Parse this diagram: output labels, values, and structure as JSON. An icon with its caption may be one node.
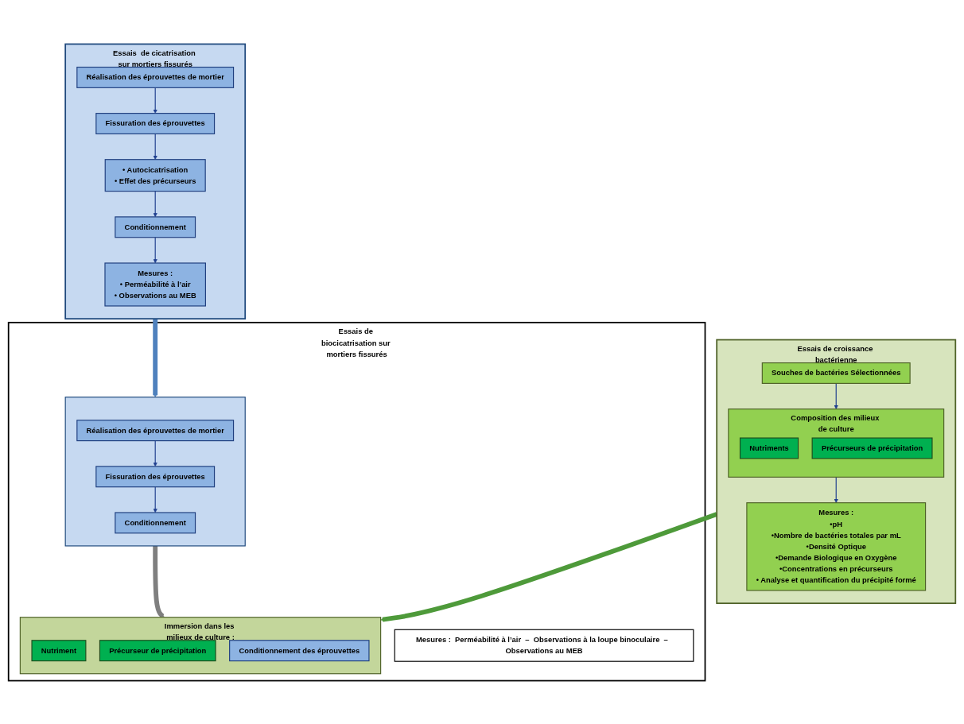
{
  "diagram": {
    "nodes": [
      {
        "text": [
          "Essais  de cicatrisation sur mortiers fissurés"
        ]
      },
      {
        "text": [
          "Réalisation des éprouvettes de mortier"
        ],
        "in": 0
      },
      {
        "text": [
          "Fissuration des éprouvettes"
        ],
        "in": 0
      },
      {
        "text": [
          "• Autocicatrisation",
          "• Effet des précurseurs"
        ],
        "in": 0
      },
      {
        "text": [
          "Conditionnement"
        ],
        "in": 0
      },
      {
        "text": [
          "Mesures :",
          "• Perméabilité à l’air",
          "• Observations  au MEB"
        ],
        "in": 0
      },
      {
        "text": [
          "Essais de croissance bactérienne"
        ]
      },
      {
        "text": [
          "Souches de bactéries Sélectionnées"
        ],
        "in": 6
      },
      {
        "text": [
          "Composition des milieux de culture"
        ],
        "in": 6
      },
      {
        "text": [
          "Nutriments"
        ],
        "in": 8
      },
      {
        "text": [
          "Précurseurs de précipitation"
        ],
        "in": 8
      },
      {
        "text": [
          "Mesures :",
          "•pH",
          "•Nombre de bactéries totales par mL",
          "•Densité Optique",
          "•Demande Biologique en Oxygène",
          "•Concentrations en précurseurs",
          "• Analyse et quantification du précipité formé"
        ],
        "in": 6
      },
      {
        "text": [
          "Essais de biocicatrisation sur mortiers fissurés"
        ]
      },
      {
        "text": [],
        "shape": "box",
        "in": 12
      },
      {
        "text": [
          "Réalisation des éprouvettes de mortier"
        ],
        "in": 13
      },
      {
        "text": [
          "Fissuration des éprouvettes"
        ],
        "in": 13
      },
      {
        "text": [
          "Conditionnement"
        ],
        "in": 13
      },
      {
        "text": [
          "Immersion dans les milieux de culture :"
        ],
        "in": 12
      },
      {
        "text": [
          "Nutriment"
        ],
        "in": 17
      },
      {
        "text": [
          "Précurseur de précipitation"
        ],
        "in": 17
      },
      {
        "text": [
          "Conditionnement des éprouvettes"
        ],
        "in": 17
      },
      {
        "text": [
          "Mesures :  Perméabilité à l’air  –  Observations à la loupe binoculaire  –  Observations au MEB"
        ],
        "in": 12
      }
    ],
    "edges": [
      {
        "from": 1,
        "to": 2,
        "arrow": "to"
      },
      {
        "from": 2,
        "to": 3,
        "arrow": "to"
      },
      {
        "from": 3,
        "to": 4,
        "arrow": "to"
      },
      {
        "from": 4,
        "to": 5,
        "arrow": "to"
      },
      {
        "from": 7,
        "to": 8,
        "arrow": "to"
      },
      {
        "from": 8,
        "to": 11,
        "arrow": "to"
      },
      {
        "from": 14,
        "to": 15,
        "arrow": "to"
      },
      {
        "from": 15,
        "to": 16,
        "arrow": "to"
      },
      {
        "from": 13,
        "to": 17,
        "arrow": "to",
        "style": "thick",
        "color": "#7f7f7f"
      },
      {
        "from": 0,
        "to": 13,
        "arrow": "to",
        "style": "thick",
        "color": "#4f81bd"
      },
      {
        "from": 6,
        "to": 17,
        "arrow": "to",
        "style": "thick",
        "color": "#4e9a3a"
      }
    ]
  }
}
